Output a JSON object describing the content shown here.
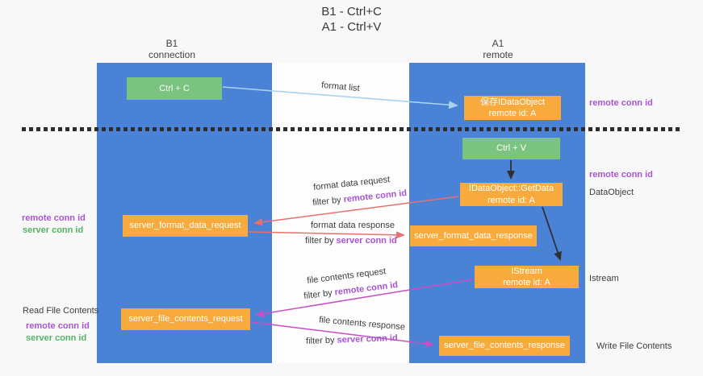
{
  "title": {
    "line1": "B1 - Ctrl+C",
    "line2": "A1 - Ctrl+V"
  },
  "lanes": {
    "left": {
      "name": "B1",
      "subtitle": "connection"
    },
    "right": {
      "name": "A1",
      "subtitle": "remote"
    }
  },
  "nodes": {
    "ctrl_c": {
      "label": "Ctrl + C"
    },
    "ctrl_v": {
      "label": "Ctrl + V"
    },
    "save_dataobject": {
      "line1": "保存IDataObject",
      "line2": "remote id: A"
    },
    "getdata": {
      "line1": "IDataObject::GetData",
      "line2": "remote id: A"
    },
    "istream": {
      "line1": "IStream",
      "line2": "remote id: A"
    },
    "format_request": {
      "label": "server_format_data_request"
    },
    "format_response": {
      "label": "server_format_data_response"
    },
    "file_request": {
      "label": "server_file_contents_request"
    },
    "file_response": {
      "label": "server_file_contents_response"
    }
  },
  "edge_labels": {
    "format_list": "format list",
    "format_data_request": "format data request",
    "format_data_response": "format data response",
    "file_contents_request": "file contents request",
    "file_contents_response": "file contents response",
    "filter_by": "filter by",
    "remote_conn_id": "remote conn id",
    "server_conn_id": "server conn id"
  },
  "side_labels": {
    "remote_conn_id": "remote conn id",
    "server_conn_id": "server conn id",
    "dataobject": "DataObject",
    "istream": "Istream",
    "read_file_contents": "Read File Contents",
    "write_file_contents": "Write File Contents"
  },
  "colors": {
    "lane_blue": "#4a83d6",
    "node_green": "#7bc47f",
    "node_orange": "#f8aa3d",
    "arrow_red": "#e8706e",
    "arrow_magenta": "#c84fc4",
    "arrow_blue": "#a8d3ef",
    "arrow_black": "#2f2f2f",
    "text_purple": "#a855cf",
    "text_green": "#55b463"
  }
}
